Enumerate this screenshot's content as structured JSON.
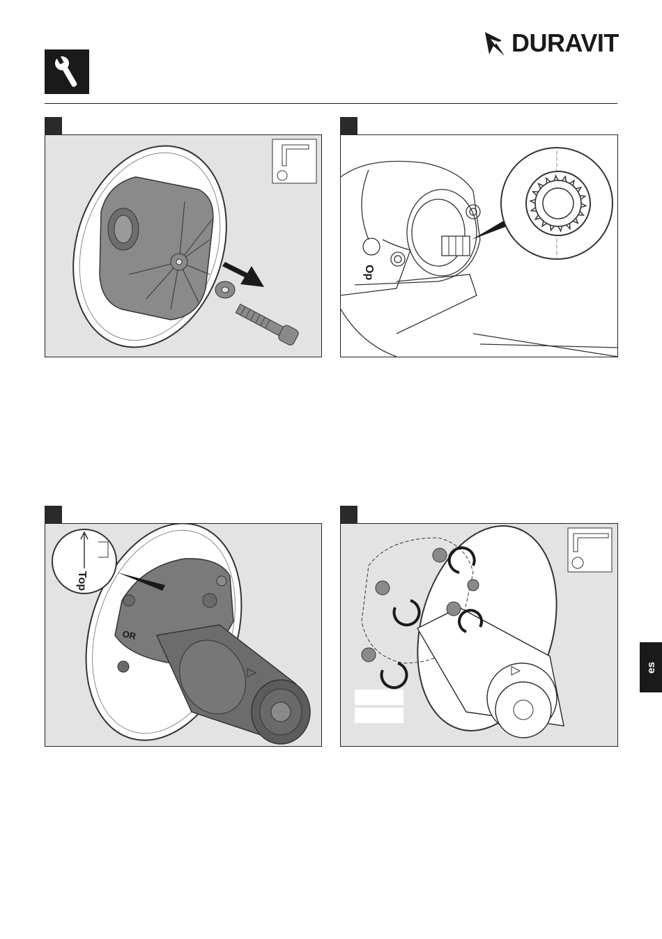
{
  "header": {
    "brand": "DURAVIT",
    "section_icon": "wrench-icon"
  },
  "steps": [
    {
      "id": "step-1",
      "tool_icon": "hex-key-icon"
    },
    {
      "id": "step-2"
    },
    {
      "id": "step-3",
      "callout_text": "Top"
    },
    {
      "id": "step-4",
      "tool_icon": "hex-key-icon"
    }
  ],
  "valve_markings": {
    "label_a": "Op",
    "label_b": "OR"
  },
  "language_tab": {
    "label": "es"
  },
  "colors": {
    "panel_bg": "#e3e3e3",
    "ink": "#1a1a1a",
    "part_gray": "#8a8a8a",
    "part_dark": "#5c5c5c"
  }
}
